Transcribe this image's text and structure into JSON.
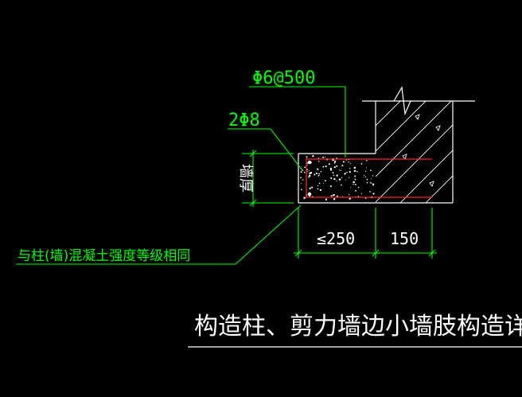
{
  "drawing": {
    "title": "构造柱、剪力墙边小墙肢构造详图",
    "rebar_stirrup_label": "Φ6@500",
    "rebar_main_label": "2Φ8",
    "wall_thickness_label": "墙厚",
    "concrete_note": "与柱(墙)混凝土强度等级相同",
    "dim_left": "≤250",
    "dim_right": "150"
  },
  "colors": {
    "background": "#000000",
    "leader_green": "#00ff00",
    "line_white": "#ffffff",
    "rebar_red": "#ff2020"
  }
}
